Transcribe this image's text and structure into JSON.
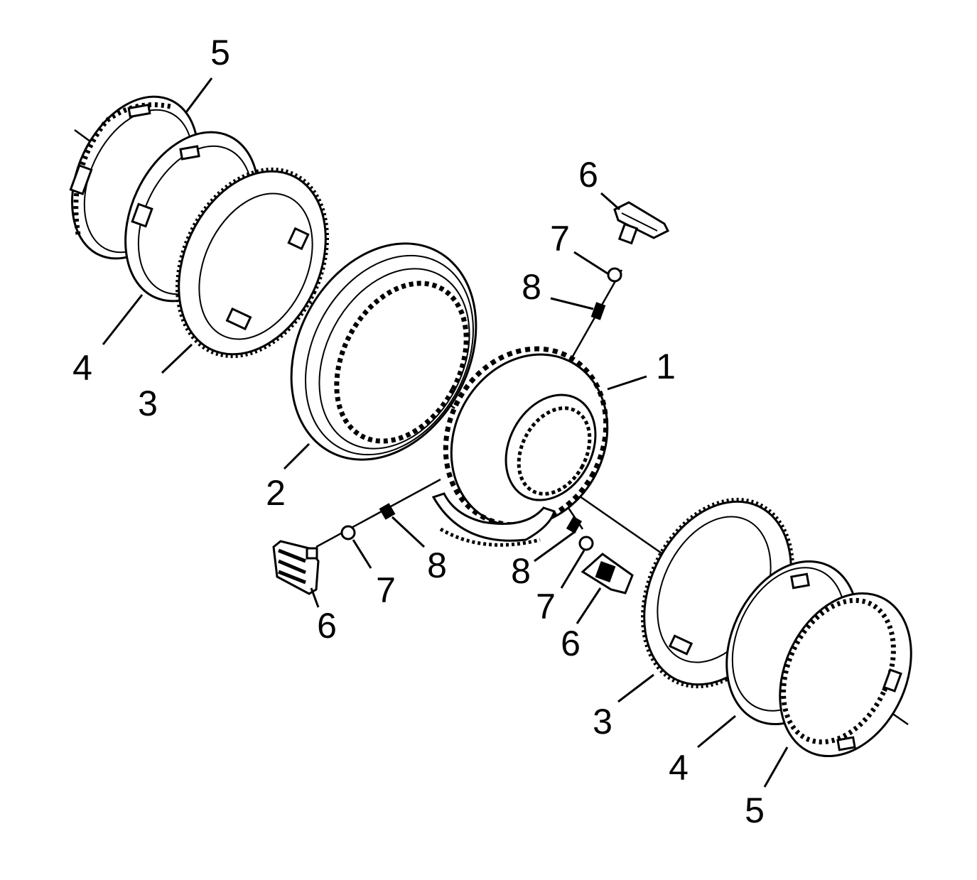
{
  "callouts": [
    {
      "id": "label-1",
      "text": "1"
    },
    {
      "id": "label-2",
      "text": "2"
    },
    {
      "id": "label-3-left",
      "text": "3"
    },
    {
      "id": "label-3-right",
      "text": "3"
    },
    {
      "id": "label-4-left",
      "text": "4"
    },
    {
      "id": "label-4-right",
      "text": "4"
    },
    {
      "id": "label-5-top",
      "text": "5"
    },
    {
      "id": "label-5-bottom",
      "text": "5"
    },
    {
      "id": "label-6-top",
      "text": "6"
    },
    {
      "id": "label-6-left",
      "text": "6"
    },
    {
      "id": "label-6-right",
      "text": "6"
    },
    {
      "id": "label-7-top",
      "text": "7"
    },
    {
      "id": "label-7-left",
      "text": "7"
    },
    {
      "id": "label-7-right",
      "text": "7"
    },
    {
      "id": "label-8-top",
      "text": "8"
    },
    {
      "id": "label-8-left",
      "text": "8"
    },
    {
      "id": "label-8-right",
      "text": "8"
    }
  ]
}
